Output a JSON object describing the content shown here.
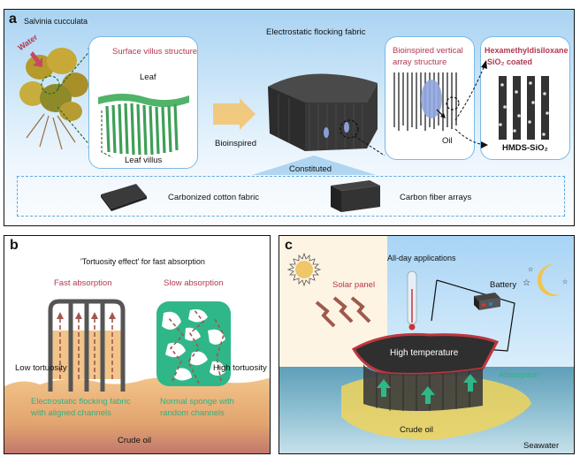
{
  "panel_a": {
    "label": "a",
    "plant_name": "Salvinia cucculata",
    "water_label": "Water",
    "villus_box": {
      "title": "Surface villus structure",
      "leaf_label": "Leaf",
      "villus_label": "Leaf villus"
    },
    "arrow_label": "Bioinspired",
    "fabric_title": "Electrostatic flocking fabric",
    "array_box": {
      "title_line1": "Bioinspired vertical",
      "title_line2": "array structure",
      "oil_label": "Oil"
    },
    "coating_box": {
      "title_line1": "Hexamethyldisiloxane",
      "title_line2": "-SiO₂ coated",
      "bottom_label": "HMDS-SiO₂"
    },
    "constituted_label": "Constituted",
    "components": [
      "Carbonized cotton fabric",
      "Carbon fiber arrays"
    ]
  },
  "panel_b": {
    "label": "b",
    "title": "'Tortuosity effect' for fast absorption",
    "fast_label": "Fast absorption",
    "slow_label": "Slow absorption",
    "low_label": "Low tortuosity",
    "high_label": "High tortuosity",
    "left_caption_line1": "Electrostatic flocking fabric",
    "left_caption_line2": "with aligned channels",
    "right_caption_line1": "Normal sponge with",
    "right_caption_line2": "random channels",
    "bottom_label": "Crude oil"
  },
  "panel_c": {
    "label": "c",
    "title": "All-day applications",
    "solar_label": "Solar panel",
    "battery_label": "Battery",
    "high_temp_label": "High temperature",
    "absorption_label": "Absorption",
    "crude_label": "Crude oil",
    "seawater_label": "Seawater"
  },
  "colors": {
    "accent_red": "#b0394f",
    "accent_green": "#2db283",
    "oil": "#f0c38a",
    "leaf_green": "#4fb36a",
    "box_border": "#7bb8e6"
  }
}
